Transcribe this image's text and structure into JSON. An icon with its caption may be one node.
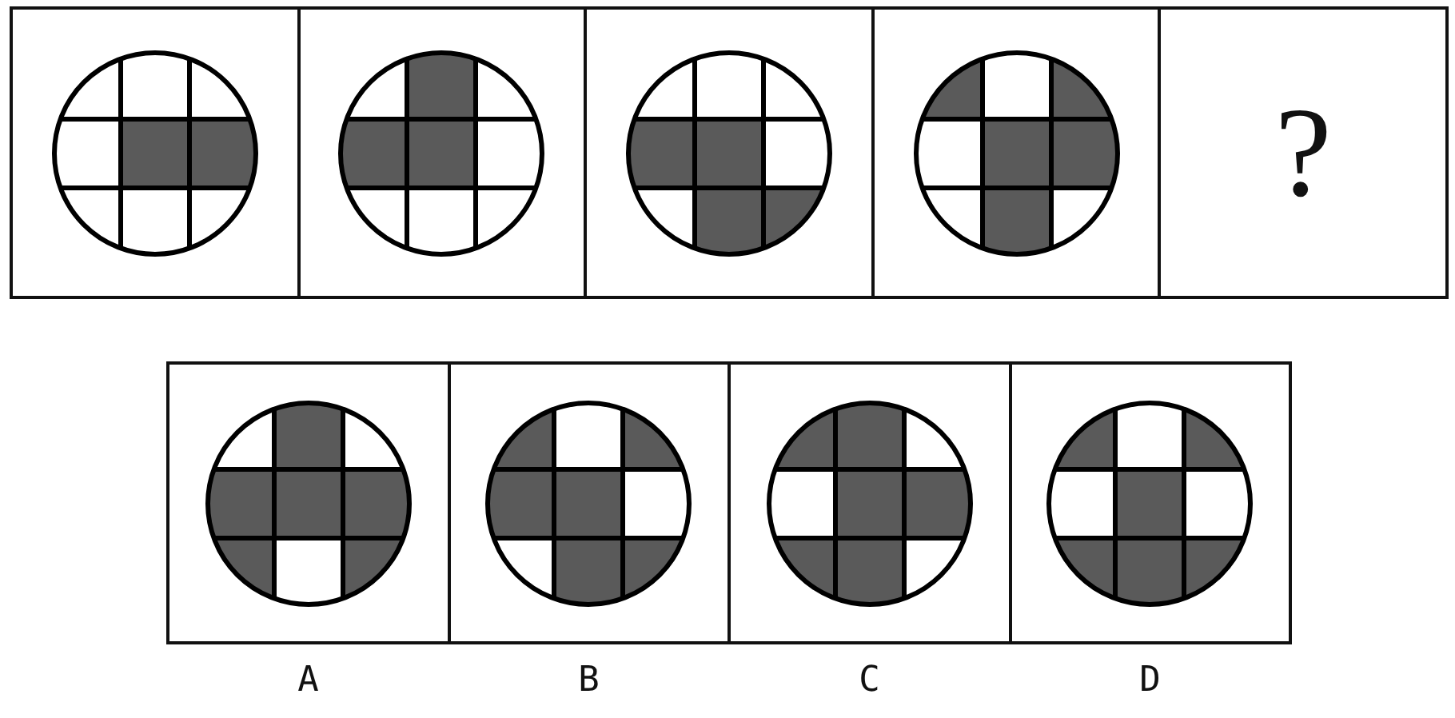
{
  "diagram": {
    "nodes": [
      {
        "text": [],
        "shape": "picture"
      },
      {
        "text": [],
        "shape": "picture"
      },
      {
        "text": [],
        "shape": "picture"
      },
      {
        "text": [],
        "shape": "picture"
      },
      {
        "text": [
          "?"
        ]
      },
      {
        "text": [],
        "shape": "picture",
        "beside": [
          "A"
        ]
      },
      {
        "text": [],
        "shape": "picture",
        "beside": [
          "B"
        ]
      },
      {
        "text": [],
        "shape": "picture",
        "beside": [
          "C"
        ]
      },
      {
        "text": [],
        "shape": "picture",
        "beside": [
          "D"
        ]
      }
    ]
  }
}
